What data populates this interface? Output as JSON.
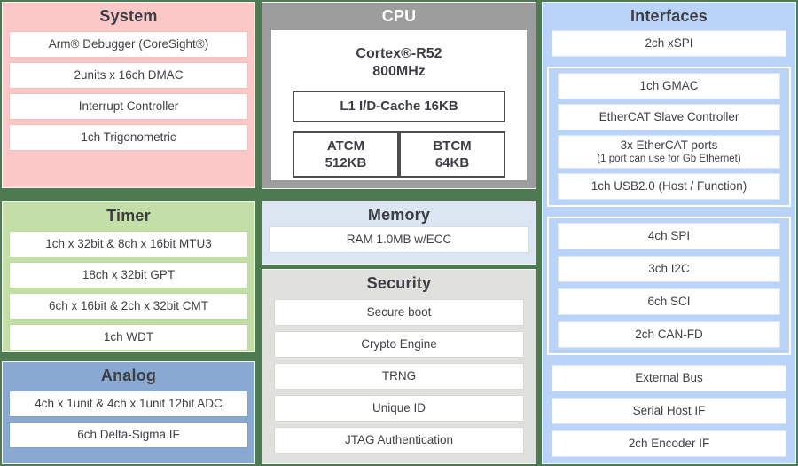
{
  "colors": {
    "background": "#4d7a50",
    "system_bg": "#fcc7c7",
    "timer_bg": "#c3dfa7",
    "analog_bg": "#8aa9d0",
    "cpu_bg": "#9d9d9d",
    "memory_bg": "#dce6f2",
    "security_bg": "#e0e0dd",
    "interfaces_bg": "#b9d4f8",
    "text": "#404046"
  },
  "system": {
    "title": "System",
    "items": [
      "Arm® Debugger (CoreSight®)",
      "2units x 16ch DMAC",
      "Interrupt Controller",
      "1ch Trigonometric"
    ]
  },
  "timer": {
    "title": "Timer",
    "items": [
      "1ch x 32bit & 8ch x 16bit MTU3",
      "18ch x 32bit GPT",
      "6ch x 16bit & 2ch x 32bit CMT",
      "1ch WDT"
    ]
  },
  "analog": {
    "title": "Analog",
    "items": [
      "4ch x 1unit & 4ch x 1unit 12bit ADC",
      "6ch Delta-Sigma IF"
    ]
  },
  "cpu": {
    "title": "CPU",
    "core_name": "Cortex®-R52",
    "core_freq": "800MHz",
    "cache": "L1 I/D-Cache 16KB",
    "atcm": {
      "name": "ATCM",
      "size": "512KB"
    },
    "btcm": {
      "name": "BTCM",
      "size": "64KB"
    }
  },
  "memory": {
    "title": "Memory",
    "items": [
      "RAM 1.0MB w/ECC"
    ]
  },
  "security": {
    "title": "Security",
    "items": [
      "Secure boot",
      "Crypto Engine",
      "TRNG",
      "Unique ID",
      "JTAG Authentication"
    ]
  },
  "interfaces": {
    "title": "Interfaces",
    "top_item": "2ch xSPI",
    "ethernet_group": {
      "items": [
        {
          "label": "1ch GMAC",
          "sub": ""
        },
        {
          "label": "EtherCAT Slave Controller",
          "sub": ""
        },
        {
          "label": "3x EtherCAT ports",
          "sub": "(1 port can use for Gb Ethernet)"
        },
        {
          "label": "1ch USB2.0 (Host / Function)",
          "sub": ""
        }
      ]
    },
    "comm_group": {
      "items": [
        "4ch SPI",
        "3ch I2C",
        "6ch SCI",
        "2ch CAN-FD"
      ]
    },
    "bottom_items": [
      "External Bus",
      "Serial Host IF",
      "2ch Encoder IF"
    ]
  }
}
